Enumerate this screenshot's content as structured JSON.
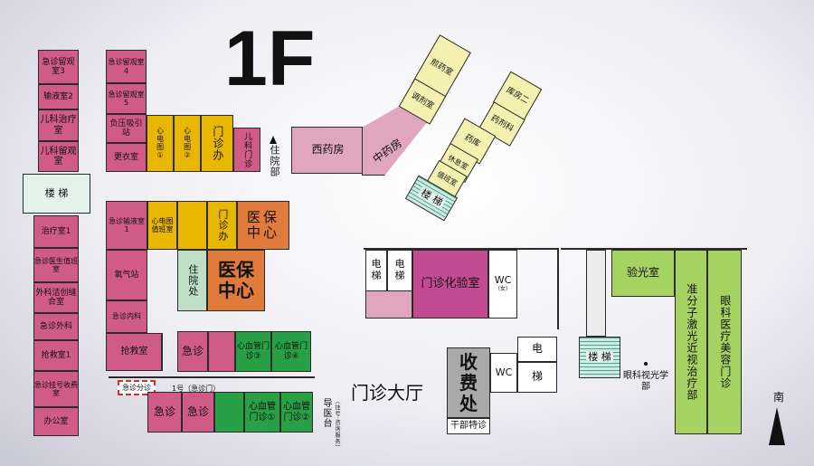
{
  "title": "1F",
  "compass": "南",
  "left": {
    "r1": "急诊留观室3",
    "r2": "输液室2",
    "r3": "儿科治疗室",
    "r4": "儿科留观室",
    "stair": "楼 梯",
    "r5": "治疗室1",
    "r6": "急诊医生值班室",
    "r7": "外科洁创缝合室",
    "r8": "急诊外科",
    "r9": "抢救室1",
    "r10": "急诊挂号收费室",
    "r11": "办公室"
  },
  "column2": {
    "r1": "急诊留观室4",
    "r2": "急诊留观室5",
    "r3": "负压吸引站",
    "r4": "更衣室",
    "r5": "急诊输液室1",
    "r6": "氧气站",
    "r7": "急诊内科",
    "r8": "抢救室"
  },
  "top_row": {
    "ecg1": "心电图①",
    "ecg2": "心电图②",
    "clinic": "门诊办",
    "peds": "儿科门诊"
  },
  "mid": {
    "ecg_duty": "心电图值班室",
    "clinic2": "门诊办",
    "yibao_small": "医保中心",
    "zhuyuan": "住院处",
    "yibao_big": "医保中心"
  },
  "lower": {
    "jizhen1": "急诊",
    "cardio3": "心血管门诊③",
    "cardio4": "心血管门诊④",
    "jizhen2": "急诊",
    "jizhen3": "急诊",
    "cardio1": "心血管门诊①",
    "cardio2": "心血管门诊②"
  },
  "small": {
    "door": "1号（急诊门）",
    "dutch": "急诊分诊",
    "guide": "导医台",
    "guide_note": "（挂号·咨询服务）"
  },
  "zhuyuanbu": "住院部",
  "pharmacy": {
    "west": "西药房",
    "chinese": "中药房",
    "r1": "煎药室",
    "r2": "调剂室",
    "r3": "药库",
    "r4": "库房二",
    "r5": "药剂科",
    "r6": "休息室",
    "r7": "值班室",
    "stair": "楼 梯"
  },
  "center": {
    "elev1": "电梯",
    "elev2": "电梯",
    "lab": "门诊化验室",
    "wc1": "WC",
    "wc1_note": "（女）",
    "hall": "门诊大厅",
    "fee": "收费处",
    "vip": "干部特诊",
    "wc2": "WC",
    "elev3": "电",
    "stair3": "梯"
  },
  "right": {
    "optometry": "验光室",
    "stairs": "楼 梯",
    "eye_dept": "眼科视光学部",
    "laser": "准分子激光近视治疗部",
    "cosmetic": "眼科医疗美容门诊"
  }
}
